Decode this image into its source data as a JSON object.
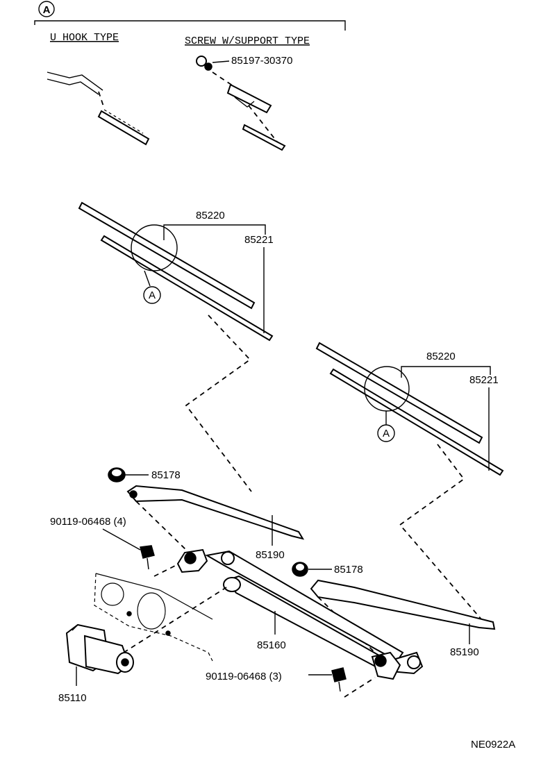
{
  "detail": {
    "marker": "A",
    "u_hook_type": "U HOOK TYPE",
    "screw_type": "SCREW W/SUPPORT TYPE",
    "screw_part": "85197-30370"
  },
  "parts": {
    "blade_left": "85220",
    "refill_left": "85221",
    "blade_right": "85220",
    "refill_right": "85221",
    "detail_ref_left": "A",
    "detail_ref_right": "A",
    "nut_left": "85178",
    "nut_right": "85178",
    "arm_left": "85190",
    "arm_right": "85190",
    "bolt_upper": "90119-06468 (4)",
    "bolt_lower": "90119-06468 (3)",
    "link": "85160",
    "motor": "85110"
  },
  "drawing_code": "NE0922A",
  "colors": {
    "ink": "#000000",
    "paper": "#ffffff"
  }
}
